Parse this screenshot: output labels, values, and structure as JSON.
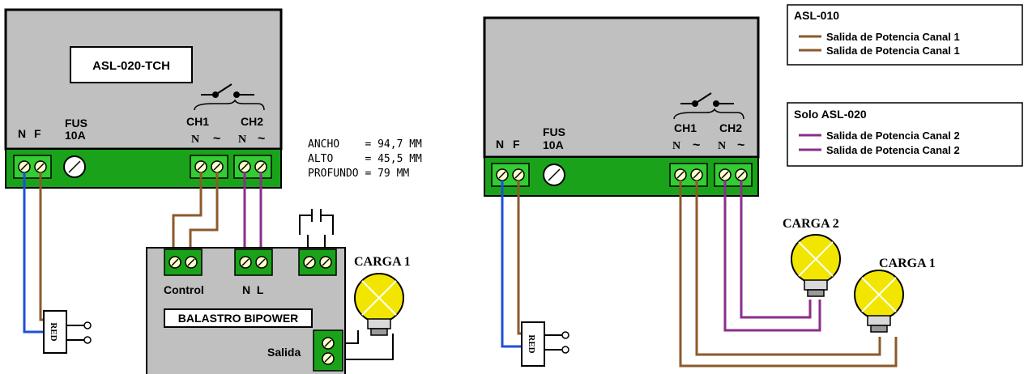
{
  "left": {
    "device_title": "ASL-020-TCH",
    "fus_line1": "FUS",
    "fus_line2": "10A",
    "n": "N",
    "f": "F",
    "ch1": "CH1",
    "ch2": "CH2",
    "ch1_n": "N",
    "ch1_tilde": "~",
    "ch2_n": "N",
    "ch2_tilde": "~",
    "dims": {
      "ancho": "ANCHO    = 94,7 MM",
      "alto": "ALTO     = 45,5 MM",
      "profundo": "PROFUNDO = 79 MM"
    },
    "balastro": {
      "title": "BALASTRO BIPOWER",
      "control": "Control",
      "nl": "N  L",
      "salida": "Salida"
    },
    "carga1": "CARGA 1",
    "red": "RED"
  },
  "right": {
    "fus_line1": "FUS",
    "fus_line2": "10A",
    "n": "N",
    "f": "F",
    "ch1": "CH1",
    "ch2": "CH2",
    "ch1_n": "N",
    "ch1_tilde": "~",
    "ch2_n": "N",
    "ch2_tilde": "~",
    "carga1": "CARGA 1",
    "carga2": "CARGA 2",
    "red": "RED"
  },
  "legend1": {
    "title": "ASL-010",
    "line1": "Salida de Potencia Canal 1",
    "line2": "Salida de Potencia Canal 1"
  },
  "legend2": {
    "title": "Solo ASL-020",
    "line1": "Salida de Potencia Canal 2",
    "line2": "Salida de Potencia Canal 2"
  },
  "colors": {
    "brown_wire": "#8b5a2b",
    "purple_wire": "#8b2e8b",
    "blue_wire": "#1f4fd8",
    "terminal_green": "#1aa31a",
    "device_gray": "#c0c0c0",
    "lamp_yellow": "#f2e600"
  }
}
